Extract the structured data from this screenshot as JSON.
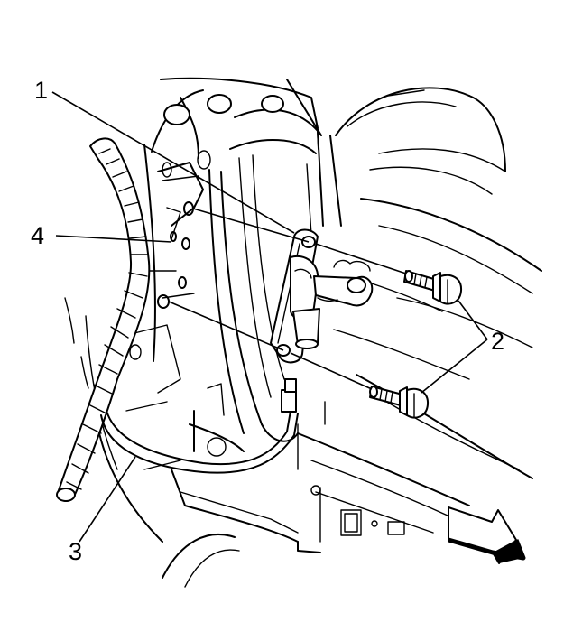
{
  "callouts": {
    "c1": "1",
    "c2": "2",
    "c3": "3",
    "c4": "4"
  },
  "icons": {
    "direction": "forward-arrow-icon"
  }
}
